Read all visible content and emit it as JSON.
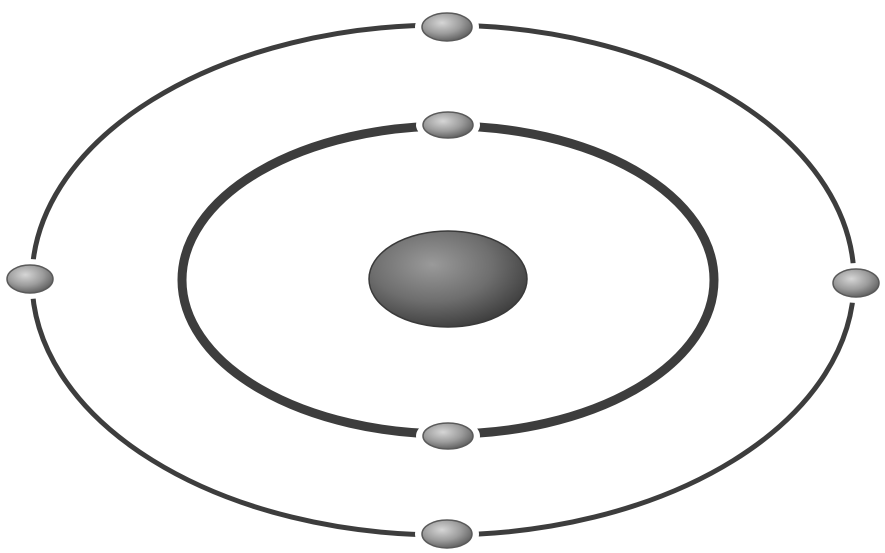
{
  "diagram": {
    "kind": "atom-model",
    "background_color": "#ffffff",
    "orbit_color": "#3d3d3d",
    "nucleus": {
      "colors": {
        "highlight": "#9a9a9a",
        "mid": "#6e6e6e",
        "shadow": "#3a3a3a"
      }
    },
    "electron": {
      "colors": {
        "highlight": "#d6d6d6",
        "mid": "#9c9c9c",
        "shadow": "#5a5a5a"
      }
    },
    "shells": [
      {
        "name": "inner-shell",
        "electron_count": 2
      },
      {
        "name": "outer-shell",
        "electron_count": 4
      }
    ]
  }
}
